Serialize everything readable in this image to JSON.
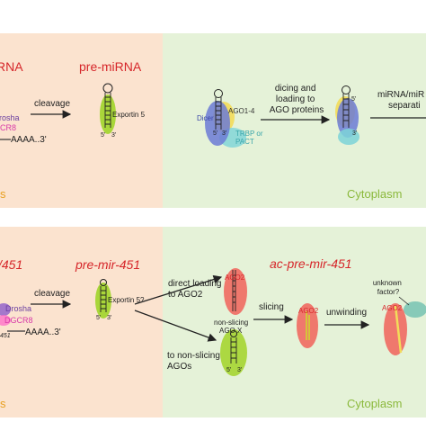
{
  "colors": {
    "nucleus_bg": "#fbe3cf",
    "cytoplasm_bg": "#e5f2d8",
    "red_label": "#d6262a",
    "orange_label": "#e8a020",
    "green_label": "#8bb93c",
    "exportin": "#a9d63a",
    "ago_red": "#ef6a62",
    "ago_blue": "#6c7bd6",
    "trbp_cyan": "#7cd3d8",
    "ago_yellow": "#f2dc5a",
    "drosha": "#6a3fa0",
    "dgcr8": "#d83aa8",
    "unknown_teal": "#6fbfb0"
  },
  "panel_top": {
    "rna_label": "RNA",
    "pre_mirna_label": "pre-miRNA",
    "cleavage_label": "cleavage",
    "drosha_label": "rosha",
    "dgcr8_label": "CR8",
    "polya_label": "AAAA..3'",
    "exportin_label": "Exportin 5",
    "prime5": "5'",
    "prime3": "3'",
    "dicer_label": "Dicer",
    "ago14_label": "AGO1-4",
    "trbp_label": "TRBP or\nPACT",
    "dicing_label": "dicing and\nloading to\nAGO proteins",
    "separation_label": "miRNA/miR\nseparati",
    "nucleus_label": "s",
    "cytoplasm_label": "Cytoplasm"
  },
  "panel_bottom": {
    "rna_label": "/451",
    "pre_mir451_label": "pre-mir-451",
    "ac_pre_mir451_label": "ac-pre-mir-451",
    "cleavage_label": "cleavage",
    "drosha_label": "Drosha",
    "dgcr8_label": "DGCR8",
    "polya_label": "AAAA..3'",
    "mir451_fragment": "451",
    "exportin_label": "Exportin 5?",
    "prime5": "5'",
    "prime3": "3'",
    "direct_loading_label": "direct loading\nto AGO2",
    "nonslicing_route_label": "to non-slicing\nAGOs",
    "ago2_label": "AGO2",
    "nonslicing_ago_label": "non-slicing\nAGO X",
    "slicing_label": "slicing",
    "unwinding_label": "unwinding",
    "unknown_factor_label": "unknown\nfactor?",
    "nucleus_label": "s",
    "cytoplasm_label": "Cytoplasm"
  }
}
